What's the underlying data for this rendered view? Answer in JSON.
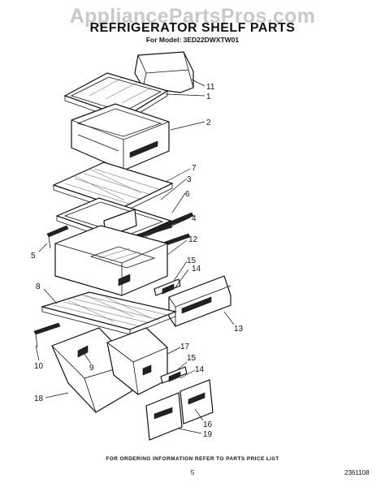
{
  "watermark": "AppliancePartsPros.com",
  "title": "REFRIGERATOR SHELF PARTS",
  "model_line": "For Model: 3ED22DWXTW01",
  "footer_note": "FOR ORDERING INFORMATION REFER TO PARTS PRICE LIST",
  "page_number": "5",
  "document_number": "2361108",
  "callouts": {
    "c11": "11",
    "c1": "1",
    "c2": "2",
    "c7": "7",
    "c3": "3",
    "c6": "6",
    "c4": "4",
    "c5": "5",
    "c12": "12",
    "c15a": "15",
    "c14a": "14",
    "c8": "8",
    "c13": "13",
    "c10": "10",
    "c9": "9",
    "c17": "17",
    "c15b": "15",
    "c14b": "14",
    "c18": "18",
    "c16": "16",
    "c19": "19"
  }
}
